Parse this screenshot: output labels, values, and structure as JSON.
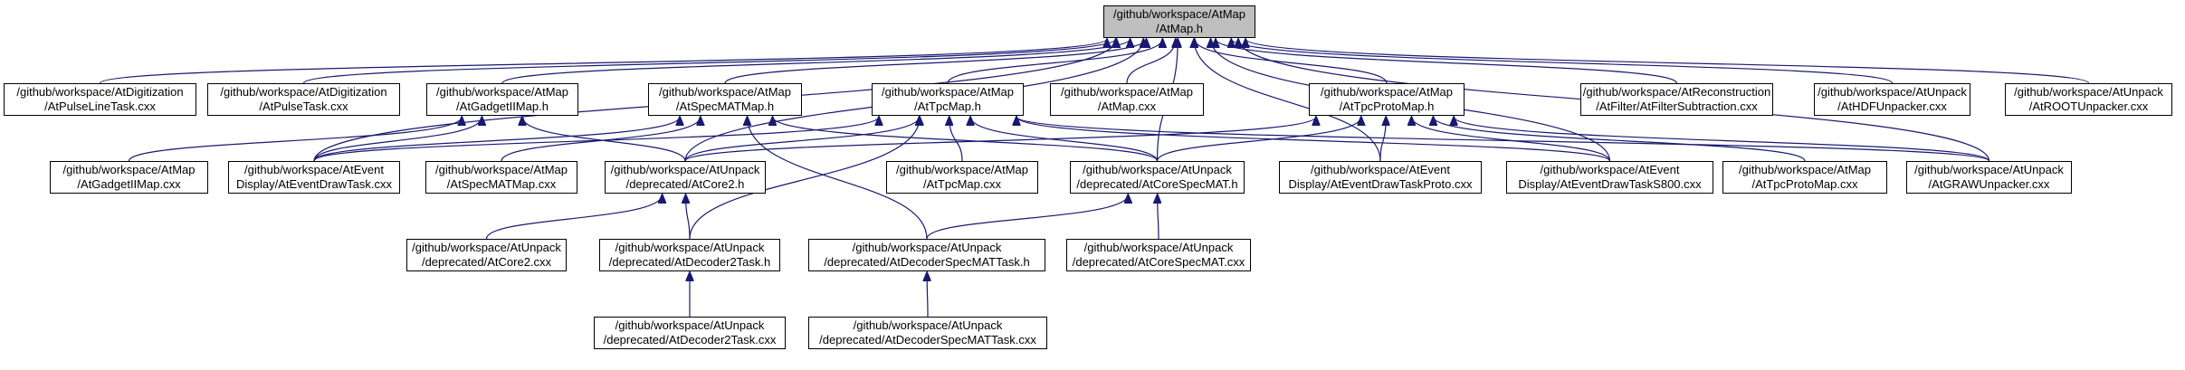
{
  "colors": {
    "edge": "#191970",
    "root_fill": "#bfbfbf",
    "node_fill": "#ffffff",
    "border": "#000000"
  },
  "nodes": {
    "root": {
      "line1": "/github/workspace/AtMap",
      "line2": "/AtMap.h"
    },
    "pulseline_task": {
      "line1": "/github/workspace/AtDigitization",
      "line2": "/AtPulseLineTask.cxx"
    },
    "pulse_task": {
      "line1": "/github/workspace/AtDigitization",
      "line2": "/AtPulseTask.cxx"
    },
    "gadget_h": {
      "line1": "/github/workspace/AtMap",
      "line2": "/AtGadgetIIMap.h"
    },
    "specmat_h": {
      "line1": "/github/workspace/AtMap",
      "line2": "/AtSpecMATMap.h"
    },
    "tpcmap_h": {
      "line1": "/github/workspace/AtMap",
      "line2": "/AtTpcMap.h"
    },
    "atmap_cxx": {
      "line1": "/github/workspace/AtMap",
      "line2": "/AtMap.cxx"
    },
    "tpcproto_h": {
      "line1": "/github/workspace/AtMap",
      "line2": "/AtTpcProtoMap.h"
    },
    "filtersub_cxx": {
      "line1": "/github/workspace/AtReconstruction",
      "line2": "/AtFilter/AtFilterSubtraction.cxx"
    },
    "hdf_cxx": {
      "line1": "/github/workspace/AtUnpack",
      "line2": "/AtHDFUnpacker.cxx"
    },
    "root_unpack_cxx": {
      "line1": "/github/workspace/AtUnpack",
      "line2": "/AtROOTUnpacker.cxx"
    },
    "gadget_cxx": {
      "line1": "/github/workspace/AtMap",
      "line2": "/AtGadgetIIMap.cxx"
    },
    "drawtask_cxx": {
      "line1": "/github/workspace/AtEvent",
      "line2": "Display/AtEventDrawTask.cxx"
    },
    "specmat_cxx": {
      "line1": "/github/workspace/AtMap",
      "line2": "/AtSpecMATMap.cxx"
    },
    "core2_h": {
      "line1": "/github/workspace/AtUnpack",
      "line2": "/deprecated/AtCore2.h"
    },
    "tpcmap_cxx": {
      "line1": "/github/workspace/AtMap",
      "line2": "/AtTpcMap.cxx"
    },
    "corespecmat_h": {
      "line1": "/github/workspace/AtUnpack",
      "line2": "/deprecated/AtCoreSpecMAT.h"
    },
    "drawproto_cxx": {
      "line1": "/github/workspace/AtEvent",
      "line2": "Display/AtEventDrawTaskProto.cxx"
    },
    "draws800_cxx": {
      "line1": "/github/workspace/AtEvent",
      "line2": "Display/AtEventDrawTaskS800.cxx"
    },
    "tpcproto_cxx": {
      "line1": "/github/workspace/AtMap",
      "line2": "/AtTpcProtoMap.cxx"
    },
    "graw_cxx": {
      "line1": "/github/workspace/AtUnpack",
      "line2": "/AtGRAWUnpacker.cxx"
    },
    "core2_cxx": {
      "line1": "/github/workspace/AtUnpack",
      "line2": "/deprecated/AtCore2.cxx"
    },
    "decoder2_h": {
      "line1": "/github/workspace/AtUnpack",
      "line2": "/deprecated/AtDecoder2Task.h"
    },
    "decspecmat_h": {
      "line1": "/github/workspace/AtUnpack",
      "line2": "/deprecated/AtDecoderSpecMATTask.h"
    },
    "corespecmat_cxx": {
      "line1": "/github/workspace/AtUnpack",
      "line2": "/deprecated/AtCoreSpecMAT.cxx"
    },
    "decoder2_cxx": {
      "line1": "/github/workspace/AtUnpack",
      "line2": "/deprecated/AtDecoder2Task.cxx"
    },
    "decspecmat_cxx": {
      "line1": "/github/workspace/AtUnpack",
      "line2": "/deprecated/AtDecoderSpecMATTask.cxx"
    }
  },
  "edges": [
    [
      "pulseline_task",
      "root"
    ],
    [
      "pulse_task",
      "root"
    ],
    [
      "gadget_h",
      "root"
    ],
    [
      "specmat_h",
      "root"
    ],
    [
      "tpcmap_h",
      "root"
    ],
    [
      "atmap_cxx",
      "root"
    ],
    [
      "tpcproto_h",
      "root"
    ],
    [
      "filtersub_cxx",
      "root"
    ],
    [
      "hdf_cxx",
      "root"
    ],
    [
      "root_unpack_cxx",
      "root"
    ],
    [
      "drawtask_cxx",
      "root"
    ],
    [
      "core2_h",
      "root"
    ],
    [
      "corespecmat_h",
      "root"
    ],
    [
      "drawproto_cxx",
      "root"
    ],
    [
      "draws800_cxx",
      "root"
    ],
    [
      "graw_cxx",
      "root"
    ],
    [
      "gadget_cxx",
      "gadget_h"
    ],
    [
      "drawtask_cxx",
      "gadget_h"
    ],
    [
      "core2_h",
      "gadget_h"
    ],
    [
      "drawtask_cxx",
      "specmat_h"
    ],
    [
      "specmat_cxx",
      "specmat_h"
    ],
    [
      "corespecmat_h",
      "specmat_h"
    ],
    [
      "decspecmat_h",
      "specmat_h"
    ],
    [
      "drawtask_cxx",
      "tpcmap_h"
    ],
    [
      "core2_h",
      "tpcmap_h"
    ],
    [
      "tpcmap_cxx",
      "tpcmap_h"
    ],
    [
      "corespecmat_h",
      "tpcmap_h"
    ],
    [
      "draws800_cxx",
      "tpcmap_h"
    ],
    [
      "graw_cxx",
      "tpcmap_h"
    ],
    [
      "decoder2_h",
      "tpcmap_h"
    ],
    [
      "core2_h",
      "tpcproto_h"
    ],
    [
      "corespecmat_h",
      "tpcproto_h"
    ],
    [
      "drawproto_cxx",
      "tpcproto_h"
    ],
    [
      "draws800_cxx",
      "tpcproto_h"
    ],
    [
      "tpcproto_cxx",
      "tpcproto_h"
    ],
    [
      "graw_cxx",
      "tpcproto_h"
    ],
    [
      "core2_cxx",
      "core2_h"
    ],
    [
      "decoder2_h",
      "core2_h"
    ],
    [
      "decspecmat_h",
      "corespecmat_h"
    ],
    [
      "corespecmat_cxx",
      "corespecmat_h"
    ],
    [
      "decoder2_cxx",
      "decoder2_h"
    ],
    [
      "decspecmat_cxx",
      "decspecmat_h"
    ]
  ]
}
